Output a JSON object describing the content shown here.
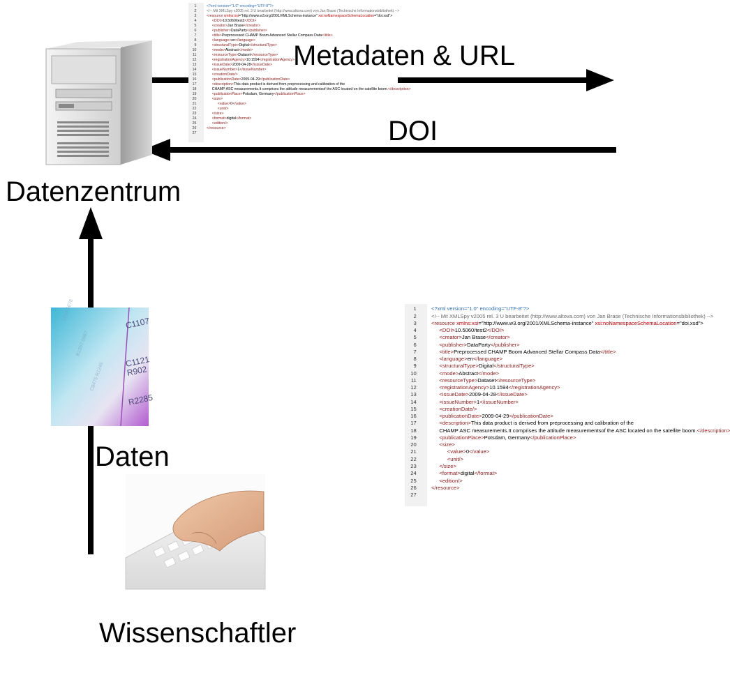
{
  "labels": {
    "arrow_top": "Metadaten & URL",
    "arrow_bottom": "DOI",
    "server": "Datenzentrum",
    "data_flow": "Daten",
    "scientist": "Wissenschaftler"
  },
  "xml_document": {
    "lines": [
      {
        "n": "1",
        "indent": 0,
        "parts": [
          {
            "c": "pi",
            "t": "<?xml version=\"1.0\" encoding=\"UTF-8\"?>"
          }
        ]
      },
      {
        "n": "2",
        "indent": 0,
        "parts": [
          {
            "c": "cm",
            "t": "<!-- Mit XMLSpy v2005 rel. 3 U bearbeitet (http://www.altova.com) von Jan Brase (Technische Informationsbibliothek) -->"
          }
        ]
      },
      {
        "n": "3",
        "indent": 0,
        "parts": [
          {
            "c": "tag",
            "t": "<resource "
          },
          {
            "c": "attr",
            "t": "xmlns:xsi"
          },
          {
            "c": "txt",
            "t": "=\"http://www.w3.org/2001/XMLSchema-instance\" "
          },
          {
            "c": "attr",
            "t": "xsi:noNamespaceSchemaLocation"
          },
          {
            "c": "txt",
            "t": "=\"doi.xsd\">"
          }
        ]
      },
      {
        "n": "4",
        "indent": 1,
        "parts": [
          {
            "c": "tag",
            "t": "<DOI>"
          },
          {
            "c": "txt",
            "t": "10.5060/test2"
          },
          {
            "c": "tag",
            "t": "</DOI>"
          }
        ]
      },
      {
        "n": "5",
        "indent": 1,
        "parts": [
          {
            "c": "tag",
            "t": "<creator>"
          },
          {
            "c": "txt",
            "t": "Jan Brase"
          },
          {
            "c": "tag",
            "t": "</creator>"
          }
        ]
      },
      {
        "n": "6",
        "indent": 1,
        "parts": [
          {
            "c": "tag",
            "t": "<publisher>"
          },
          {
            "c": "txt",
            "t": "DataParty"
          },
          {
            "c": "tag",
            "t": "</publisher>"
          }
        ]
      },
      {
        "n": "7",
        "indent": 1,
        "parts": [
          {
            "c": "tag",
            "t": "<title>"
          },
          {
            "c": "txt",
            "t": "Preprocessed CHAMP Boom Advanced Stellar Compass Data"
          },
          {
            "c": "tag",
            "t": "</title>"
          }
        ]
      },
      {
        "n": "8",
        "indent": 1,
        "parts": [
          {
            "c": "tag",
            "t": "<language>"
          },
          {
            "c": "txt",
            "t": "en"
          },
          {
            "c": "tag",
            "t": "</language>"
          }
        ]
      },
      {
        "n": "9",
        "indent": 1,
        "parts": [
          {
            "c": "tag",
            "t": "<structuralType>"
          },
          {
            "c": "txt",
            "t": "Digital"
          },
          {
            "c": "tag",
            "t": "</structuralType>"
          }
        ]
      },
      {
        "n": "10",
        "indent": 1,
        "parts": [
          {
            "c": "tag",
            "t": "<mode>"
          },
          {
            "c": "txt",
            "t": "Abstract"
          },
          {
            "c": "tag",
            "t": "</mode>"
          }
        ]
      },
      {
        "n": "11",
        "indent": 1,
        "parts": [
          {
            "c": "tag",
            "t": "<resourceType>"
          },
          {
            "c": "txt",
            "t": "Dataset"
          },
          {
            "c": "tag",
            "t": "</resourceType>"
          }
        ]
      },
      {
        "n": "12",
        "indent": 1,
        "parts": [
          {
            "c": "tag",
            "t": "<registrationAgency>"
          },
          {
            "c": "txt",
            "t": "10.1594"
          },
          {
            "c": "tag",
            "t": "</registrationAgency>"
          }
        ]
      },
      {
        "n": "13",
        "indent": 1,
        "parts": [
          {
            "c": "tag",
            "t": "<issueDate>"
          },
          {
            "c": "txt",
            "t": "2009-04-28"
          },
          {
            "c": "tag",
            "t": "</issueDate>"
          }
        ]
      },
      {
        "n": "14",
        "indent": 1,
        "parts": [
          {
            "c": "tag",
            "t": "<issueNumber>"
          },
          {
            "c": "txt",
            "t": "1"
          },
          {
            "c": "tag",
            "t": "</issueNumber>"
          }
        ]
      },
      {
        "n": "15",
        "indent": 1,
        "parts": [
          {
            "c": "tag",
            "t": "<creationDate/>"
          }
        ]
      },
      {
        "n": "16",
        "indent": 1,
        "parts": [
          {
            "c": "tag",
            "t": "<publicationDate>"
          },
          {
            "c": "txt",
            "t": "2009-04-29"
          },
          {
            "c": "tag",
            "t": "</publicationDate>"
          }
        ]
      },
      {
        "n": "17",
        "indent": 1,
        "parts": [
          {
            "c": "tag",
            "t": "<description>"
          },
          {
            "c": "txt",
            "t": "This data product is derived from preprocessing and calibration of the"
          }
        ]
      },
      {
        "n": "18",
        "indent": 1,
        "parts": [
          {
            "c": "txt",
            "t": "CHAMP ASC measurements.It comprises the attitude measurementsof the ASC located on the satellite boom."
          },
          {
            "c": "tag",
            "t": "</description>"
          }
        ]
      },
      {
        "n": "19",
        "indent": 1,
        "parts": [
          {
            "c": "tag",
            "t": "<publicationPlace>"
          },
          {
            "c": "txt",
            "t": "Potsdam, Germany"
          },
          {
            "c": "tag",
            "t": "</publicationPlace>"
          }
        ]
      },
      {
        "n": "20",
        "indent": 1,
        "parts": [
          {
            "c": "tag",
            "t": "<size>"
          }
        ]
      },
      {
        "n": "21",
        "indent": 2,
        "parts": [
          {
            "c": "tag",
            "t": "<value>"
          },
          {
            "c": "txt",
            "t": "0"
          },
          {
            "c": "tag",
            "t": "</value>"
          }
        ]
      },
      {
        "n": "22",
        "indent": 2,
        "parts": [
          {
            "c": "tag",
            "t": "<unit/>"
          }
        ]
      },
      {
        "n": "23",
        "indent": 1,
        "parts": [
          {
            "c": "tag",
            "t": "</size>"
          }
        ]
      },
      {
        "n": "24",
        "indent": 1,
        "parts": [
          {
            "c": "tag",
            "t": "<format>"
          },
          {
            "c": "txt",
            "t": "digital"
          },
          {
            "c": "tag",
            "t": "</format>"
          }
        ]
      },
      {
        "n": "25",
        "indent": 1,
        "parts": [
          {
            "c": "tag",
            "t": "<edition/>"
          }
        ]
      },
      {
        "n": "26",
        "indent": 0,
        "parts": [
          {
            "c": "tag",
            "t": "</resource>"
          }
        ]
      },
      {
        "n": "27",
        "indent": 0,
        "parts": []
      }
    ]
  },
  "icons": {
    "server": "server-tower-icon",
    "data_image": "data-sheet-image",
    "scientist_image": "keyboard-typing-hands-image"
  },
  "colors": {
    "arrow": "#000000",
    "tag": "#8b1a1a",
    "attribute": "#b40000",
    "pi": "#2f6db5",
    "comment": "#6a6a6a"
  }
}
